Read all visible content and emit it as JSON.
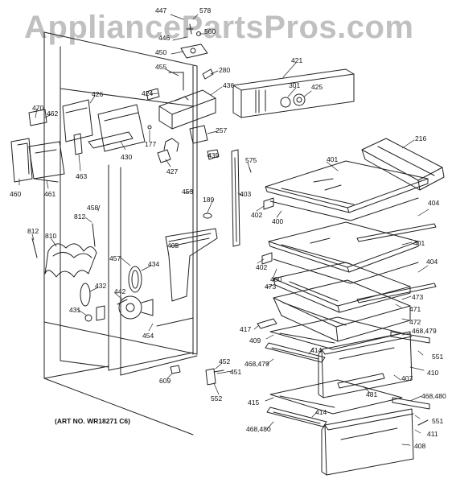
{
  "watermark": "AppliancePartsPros.com",
  "art_number": "(ART NO. WR18271 C6)",
  "colors": {
    "line": "#222222",
    "watermark": "#8c8c8c",
    "background": "#ffffff"
  },
  "part_callouts": [
    "447",
    "578",
    "560",
    "446",
    "450",
    "455",
    "280",
    "421",
    "424",
    "436",
    "301",
    "425",
    "470",
    "462",
    "426",
    "430",
    "177",
    "257",
    "216",
    "460",
    "461",
    "463",
    "427",
    "435",
    "401",
    "458",
    "453",
    "189",
    "403",
    "575",
    "402",
    "400",
    "404",
    "812",
    "812",
    "810",
    "405",
    "401",
    "457",
    "434",
    "402",
    "400",
    "404",
    "432",
    "442",
    "431",
    "473",
    "473",
    "471",
    "472",
    "454",
    "417",
    "409",
    "468,479",
    "414",
    "551",
    "452",
    "451",
    "468,479",
    "410",
    "609",
    "407",
    "552",
    "481",
    "468,480",
    "415",
    "414",
    "551",
    "468,480",
    "411",
    "408"
  ]
}
